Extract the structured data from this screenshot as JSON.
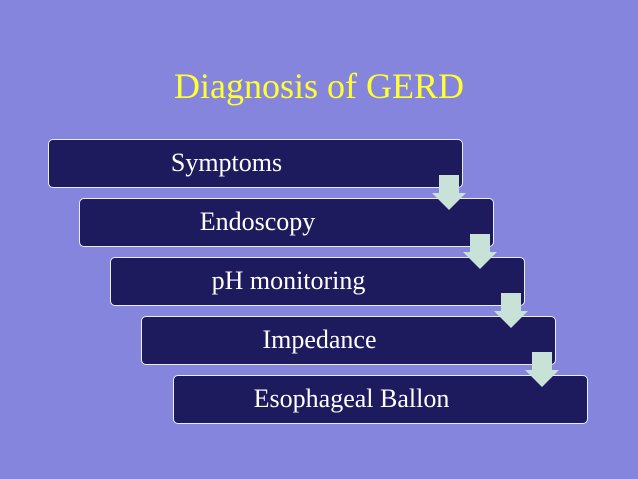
{
  "title": "Diagnosis of GERD",
  "steps": [
    {
      "label": "Symptoms"
    },
    {
      "label": "Endoscopy"
    },
    {
      "label": "pH monitoring"
    },
    {
      "label": "Impedance"
    },
    {
      "label": "Esophageal Ballon"
    }
  ],
  "colors": {
    "background": "#8585dd",
    "box": "#1e1a5e",
    "title": "#ffff33",
    "arrow": "#c8e2d8"
  }
}
